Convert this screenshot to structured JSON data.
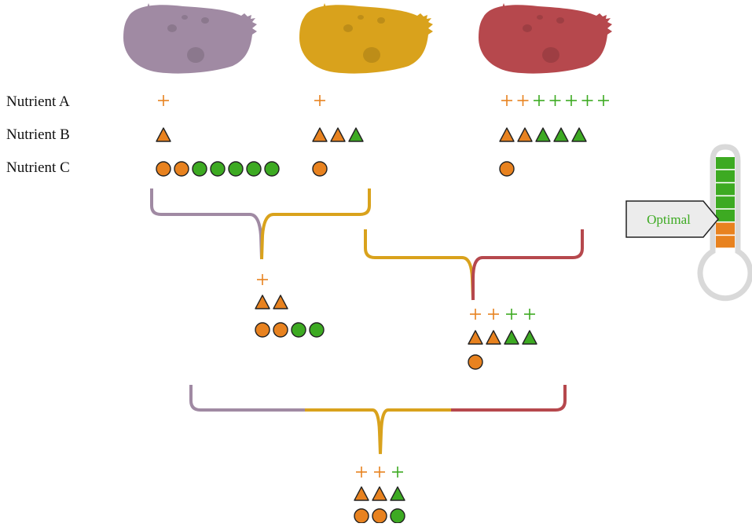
{
  "labels": {
    "nutrient_a": "Nutrient A",
    "nutrient_b": "Nutrient B",
    "nutrient_c": "Nutrient C",
    "optimal": "Optimal"
  },
  "colors": {
    "orange": "#e8821f",
    "green": "#3daa22",
    "purple_potato": "#a08aa3",
    "yellow_potato": "#d9a21c",
    "red_potato": "#b6484d",
    "purple_line": "#a08aa3",
    "yellow_line": "#d9a21c",
    "red_line": "#b6484d",
    "thermo_outline": "#d9d9d9",
    "callout_fill": "#ececec"
  },
  "potatoes": [
    {
      "name": "purple-potato",
      "color": "#a08aa3",
      "a": [
        "o"
      ],
      "b": [
        "o"
      ],
      "c": [
        "o",
        "o",
        "g",
        "g",
        "g",
        "g",
        "g"
      ]
    },
    {
      "name": "yellow-potato",
      "color": "#d9a21c",
      "a": [
        "o"
      ],
      "b": [
        "o",
        "o",
        "g"
      ],
      "c": [
        "o"
      ]
    },
    {
      "name": "red-potato",
      "color": "#b6484d",
      "a": [
        "o",
        "o",
        "g",
        "g",
        "g",
        "g",
        "g"
      ],
      "b": [
        "o",
        "o",
        "g",
        "g",
        "g"
      ],
      "c": [
        "o"
      ]
    }
  ],
  "mixes": [
    {
      "name": "mix-purple-yellow",
      "a": [
        "o"
      ],
      "b": [
        "o",
        "o"
      ],
      "c": [
        "o",
        "o",
        "g",
        "g"
      ]
    },
    {
      "name": "mix-yellow-red",
      "a": [
        "o",
        "o",
        "g",
        "g"
      ],
      "b": [
        "o",
        "o",
        "g",
        "g"
      ],
      "c": [
        "o"
      ]
    },
    {
      "name": "mix-all-three",
      "a": [
        "o",
        "o",
        "g"
      ],
      "b": [
        "o",
        "o",
        "g"
      ],
      "c": [
        "o",
        "o",
        "g"
      ]
    }
  ],
  "thermometer": {
    "green_segments": 5,
    "orange_segments": 2
  }
}
